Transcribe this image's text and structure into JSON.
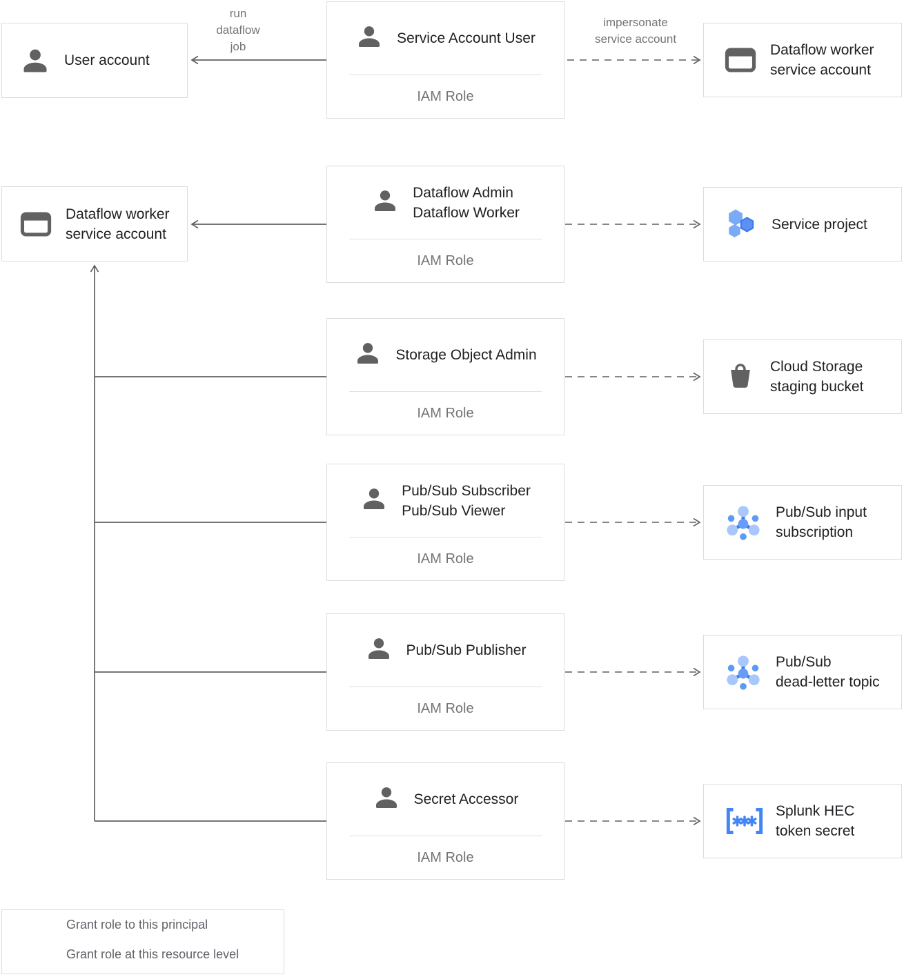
{
  "colors": {
    "box_border": "#dadce0",
    "primary_text": "#202124",
    "secondary_text": "#757575",
    "icon_gray": "#616161",
    "accent_blue": "#4285f4",
    "light_blue": "#7baaf7",
    "pale_blue": "#a8c7fa",
    "connector_gray": "#616161"
  },
  "principals": {
    "user_account": {
      "lines": [
        "User account"
      ],
      "icon": "user-icon"
    },
    "dataflow_worker_sa": {
      "lines": [
        "Dataflow worker",
        "service account"
      ],
      "icon": "service-account-icon"
    }
  },
  "roles": [
    {
      "lines": [
        "Service Account User"
      ],
      "sub": "IAM Role"
    },
    {
      "lines": [
        "Dataflow Admin",
        "Dataflow Worker"
      ],
      "sub": "IAM Role"
    },
    {
      "lines": [
        "Storage Object Admin"
      ],
      "sub": "IAM Role"
    },
    {
      "lines": [
        "Pub/Sub Subscriber",
        "Pub/Sub Viewer"
      ],
      "sub": "IAM Role"
    },
    {
      "lines": [
        "Pub/Sub Publisher"
      ],
      "sub": "IAM Role"
    },
    {
      "lines": [
        "Secret Accessor"
      ],
      "sub": "IAM Role"
    }
  ],
  "resources": [
    {
      "lines": [
        "Dataflow worker",
        "service account"
      ],
      "icon": "service-account-icon"
    },
    {
      "lines": [
        "Service project"
      ],
      "icon": "project-icon"
    },
    {
      "lines": [
        "Cloud Storage",
        "staging bucket"
      ],
      "icon": "bucket-icon"
    },
    {
      "lines": [
        "Pub/Sub input",
        "subscription"
      ],
      "icon": "pubsub-icon"
    },
    {
      "lines": [
        "Pub/Sub",
        "dead-letter topic"
      ],
      "icon": "pubsub-icon"
    },
    {
      "lines": [
        "Splunk HEC",
        "token secret"
      ],
      "icon": "secret-icon"
    }
  ],
  "edge_labels": {
    "run_dataflow_job": [
      "run",
      "dataflow",
      "job"
    ],
    "impersonate_service_account": [
      "impersonate",
      "service account"
    ]
  },
  "legend": {
    "solid": "Grant role to this principal",
    "dashed": "Grant role at this resource level"
  }
}
